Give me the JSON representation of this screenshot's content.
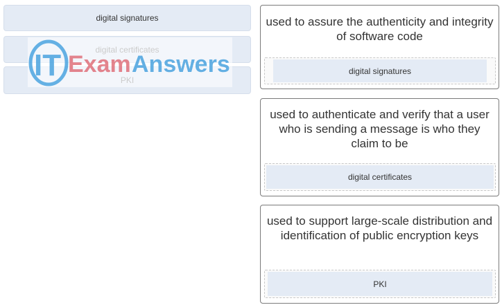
{
  "options": [
    {
      "label": "digital signatures"
    },
    {
      "label": "digital certificates"
    },
    {
      "label": "PKI"
    }
  ],
  "watermark": {
    "prefix": "IT",
    "exam": "Exam",
    "answers": "Answers"
  },
  "targets": [
    {
      "description": "used to assure the authenticity and integrity of software code",
      "answer": "digital signatures"
    },
    {
      "description": "used to authenticate and verify that a user who is sending a message is who they claim to be",
      "answer": "digital certificates"
    },
    {
      "description": "used to support large-scale distribution and identification of public encryption keys",
      "answer": "PKI"
    }
  ],
  "colors": {
    "option_bg": "#e4ebf5",
    "card_border": "#7a7a7a",
    "wm_blue": "#4aa3df",
    "wm_red": "#e0707a"
  }
}
